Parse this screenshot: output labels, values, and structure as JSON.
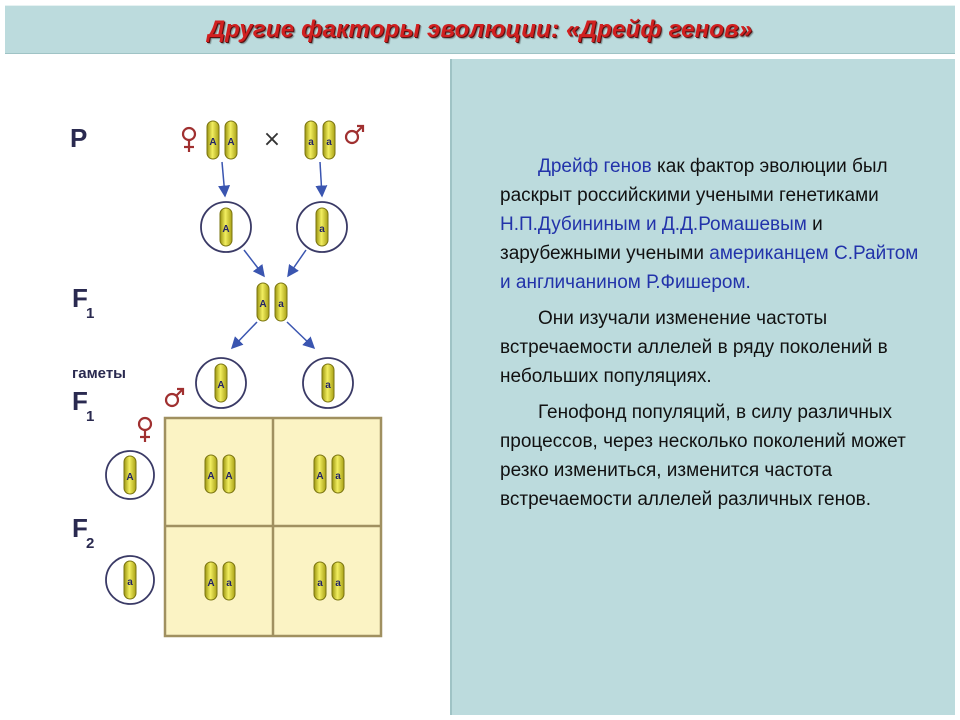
{
  "title": "Другие факторы эволюции: «Дрейф генов»",
  "diagram": {
    "labels": {
      "p": "P",
      "f1_letter": "F",
      "f1_sub": "1",
      "gametes": "гаметы",
      "f1g_letter": "F",
      "f1g_sub": "1",
      "f2_letter": "F",
      "f2_sub": "2"
    },
    "cross_symbol": "×",
    "parents": {
      "female": [
        "A",
        "A"
      ],
      "male": [
        "a",
        "a"
      ]
    },
    "parent_gametes": {
      "left": "A",
      "right": "a"
    },
    "f1_pair": [
      "A",
      "a"
    ],
    "f1_gametes": {
      "left": "A",
      "right": "a"
    },
    "punnett": {
      "row_gametes": [
        "A",
        "a"
      ],
      "cells": [
        [
          [
            "A",
            "A"
          ],
          [
            "A",
            "a"
          ]
        ],
        [
          [
            "A",
            "a"
          ],
          [
            "a",
            "a"
          ]
        ]
      ]
    },
    "colors": {
      "chromosome_fill": "#e8e030",
      "chromosome_stroke": "#7a7410",
      "circle_stroke": "#3a3a66",
      "arrow": "#3a55b0",
      "grid_fill": "#fbf3c4",
      "grid_stroke": "#a09060",
      "sex_symbol": "#a03030"
    }
  },
  "info": {
    "p1_a": "Дрейф генов",
    "p1_b": " как фактор эволюции был раскрыт российскими учеными генетиками ",
    "p1_c": "Н.П.Дубининым и Д.Д.Ромашевым",
    "p1_d": " и зарубежными учеными ",
    "p1_e": "американцем С.Райтом и англичанином Р.Фишером.",
    "p2": "Они изучали изменение частоты встречаемости аллелей в ряду поколений в небольших популяциях.",
    "p3": "Генофонд популяций, в силу различных процессов, через несколько поколений может резко измениться, изменится частота встречаемости аллелей различных генов."
  }
}
